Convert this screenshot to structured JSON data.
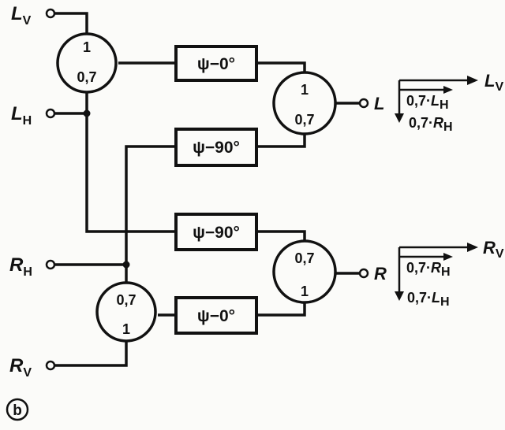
{
  "inputs": {
    "lv": {
      "main": "L",
      "sub": "V"
    },
    "lh": {
      "main": "L",
      "sub": "H"
    },
    "rh": {
      "main": "R",
      "sub": "H"
    },
    "rv": {
      "main": "R",
      "sub": "V"
    }
  },
  "outputs": {
    "l": "L",
    "r": "R"
  },
  "splitters": {
    "left_top": {
      "top": "1",
      "bottom": "0,7"
    },
    "left_bottom": {
      "top": "0,7",
      "bottom": "1"
    },
    "right_top": {
      "top": "1",
      "bottom": "0,7"
    },
    "right_bottom": {
      "top": "0,7",
      "bottom": "1"
    }
  },
  "phase_shifters": {
    "box1": "ψ−0°",
    "box2": "ψ−90°",
    "box3": "ψ−90°",
    "box4": "ψ−0°"
  },
  "vectors": {
    "top": {
      "horizontal": {
        "main": "L",
        "sub": "V"
      },
      "short": {
        "prefix": "0,7·",
        "main": "L",
        "sub": "H"
      },
      "vertical": {
        "prefix": "0,7·",
        "main": "R",
        "sub": "H"
      }
    },
    "bottom": {
      "horizontal": {
        "main": "R",
        "sub": "V"
      },
      "short": {
        "prefix": "0,7·",
        "main": "R",
        "sub": "H"
      },
      "vertical": {
        "prefix": "0,7·",
        "main": "L",
        "sub": "H"
      }
    }
  },
  "figure_label": "b"
}
